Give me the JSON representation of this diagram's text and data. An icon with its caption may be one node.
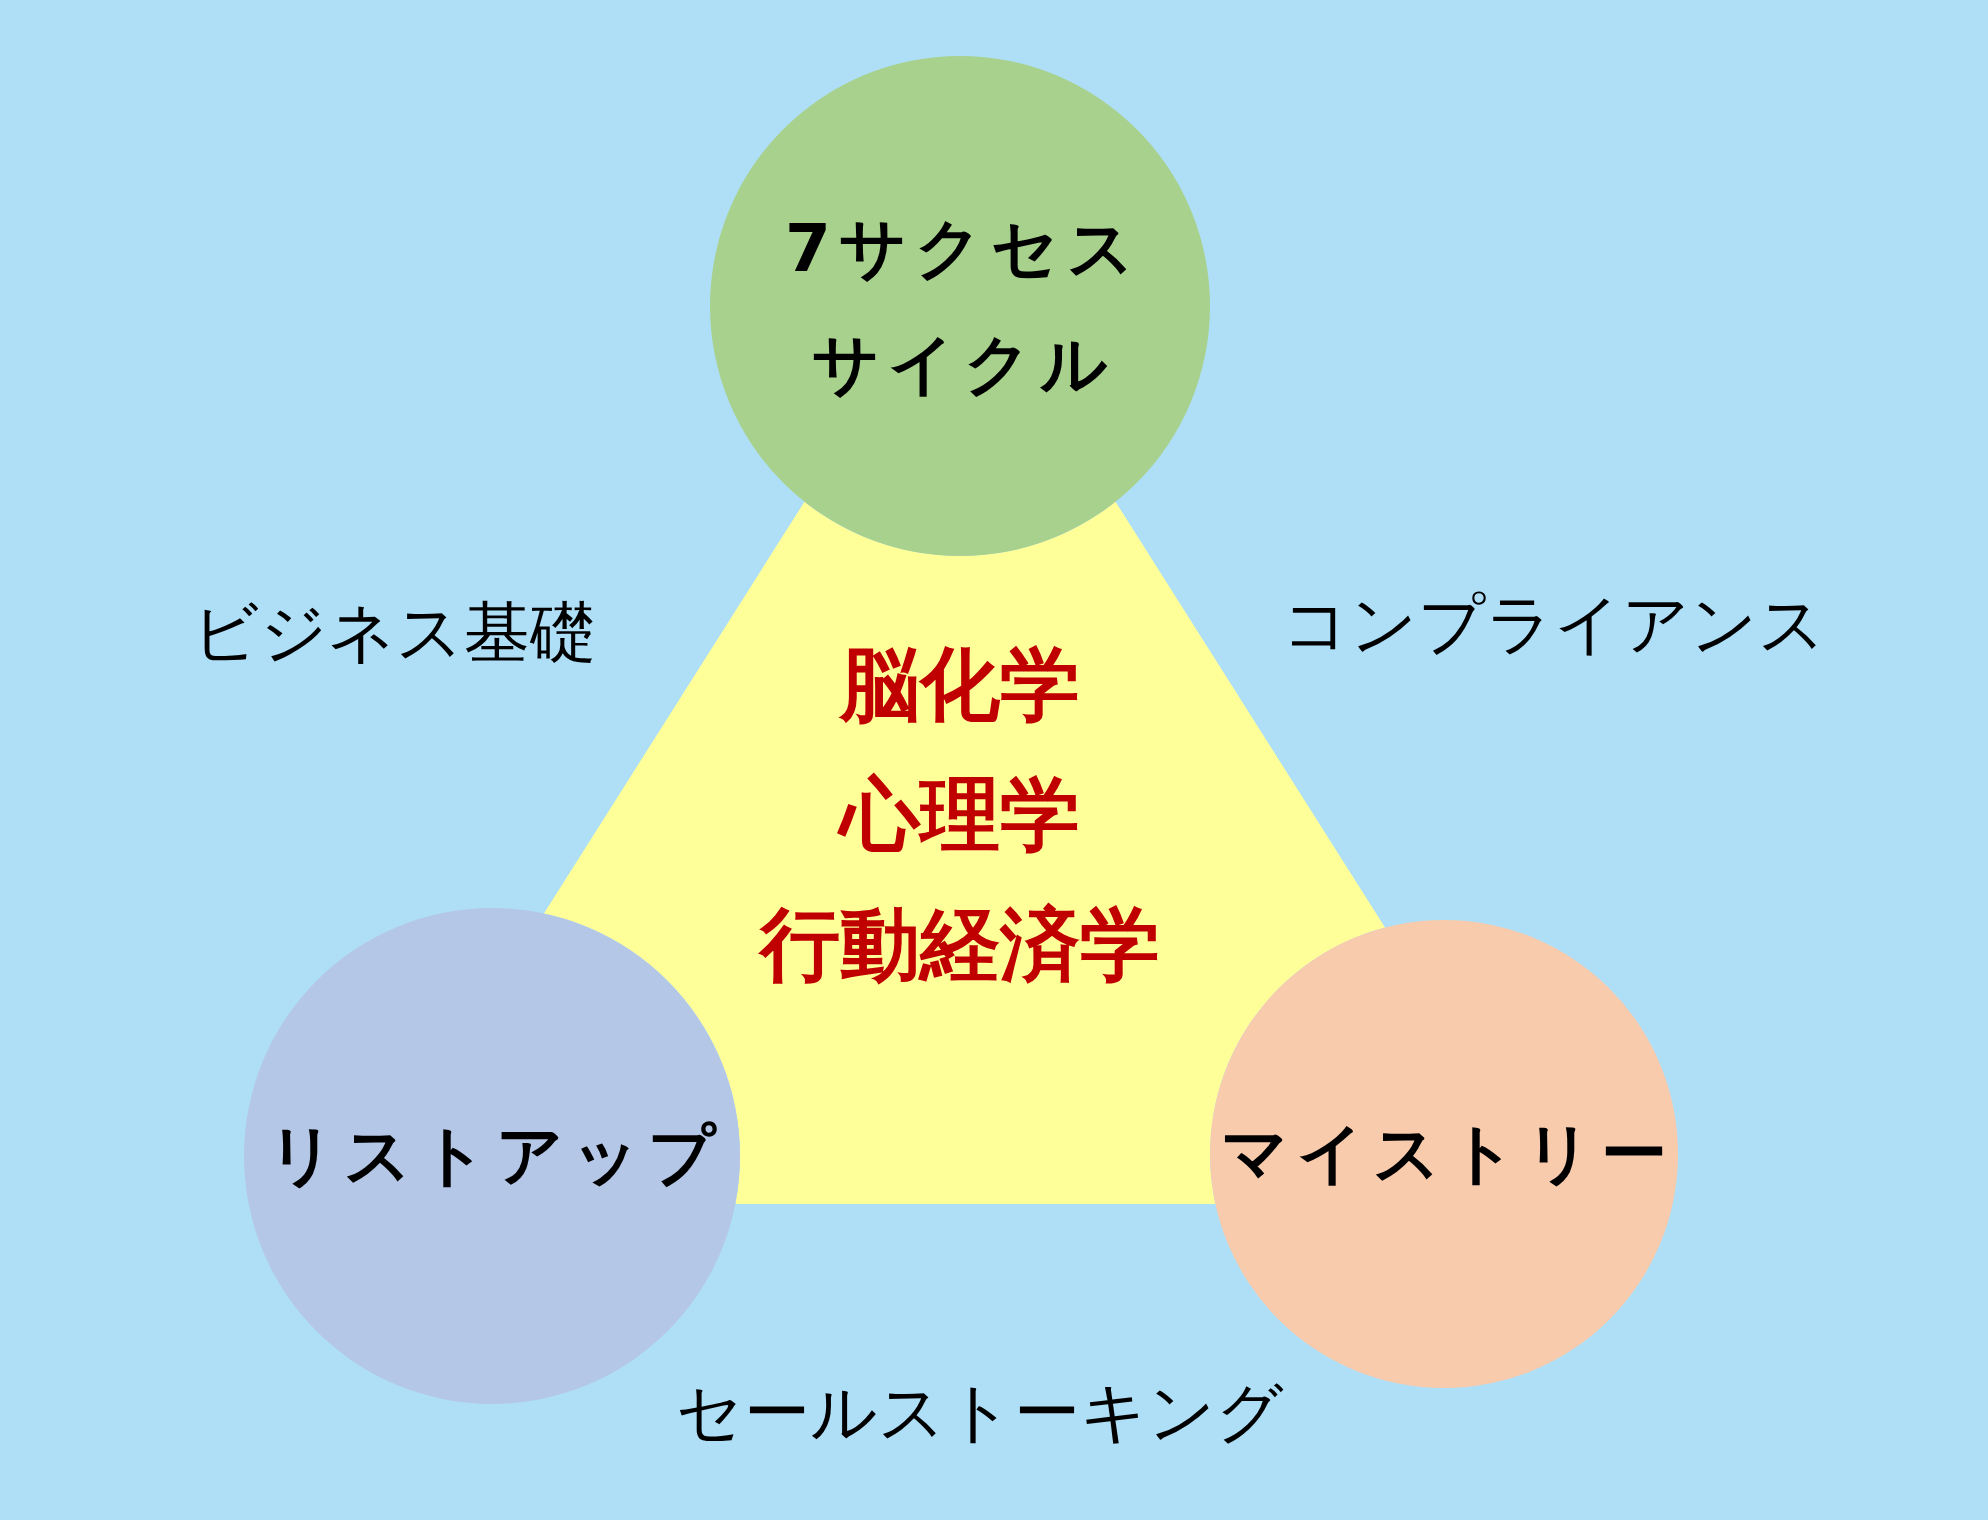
{
  "diagram": {
    "nodes": [
      {
        "text": [
          "7サクセスサイクル"
        ]
      },
      {
        "text": [
          "脳化学",
          "心理学",
          "行動経済学"
        ]
      },
      {
        "text": [
          "リストアップ"
        ]
      },
      {
        "text": [
          "マイストリー"
        ]
      }
    ],
    "labels": [
      "ビジネス基礎",
      "コンプライアンス",
      "セールストーキング"
    ]
  }
}
